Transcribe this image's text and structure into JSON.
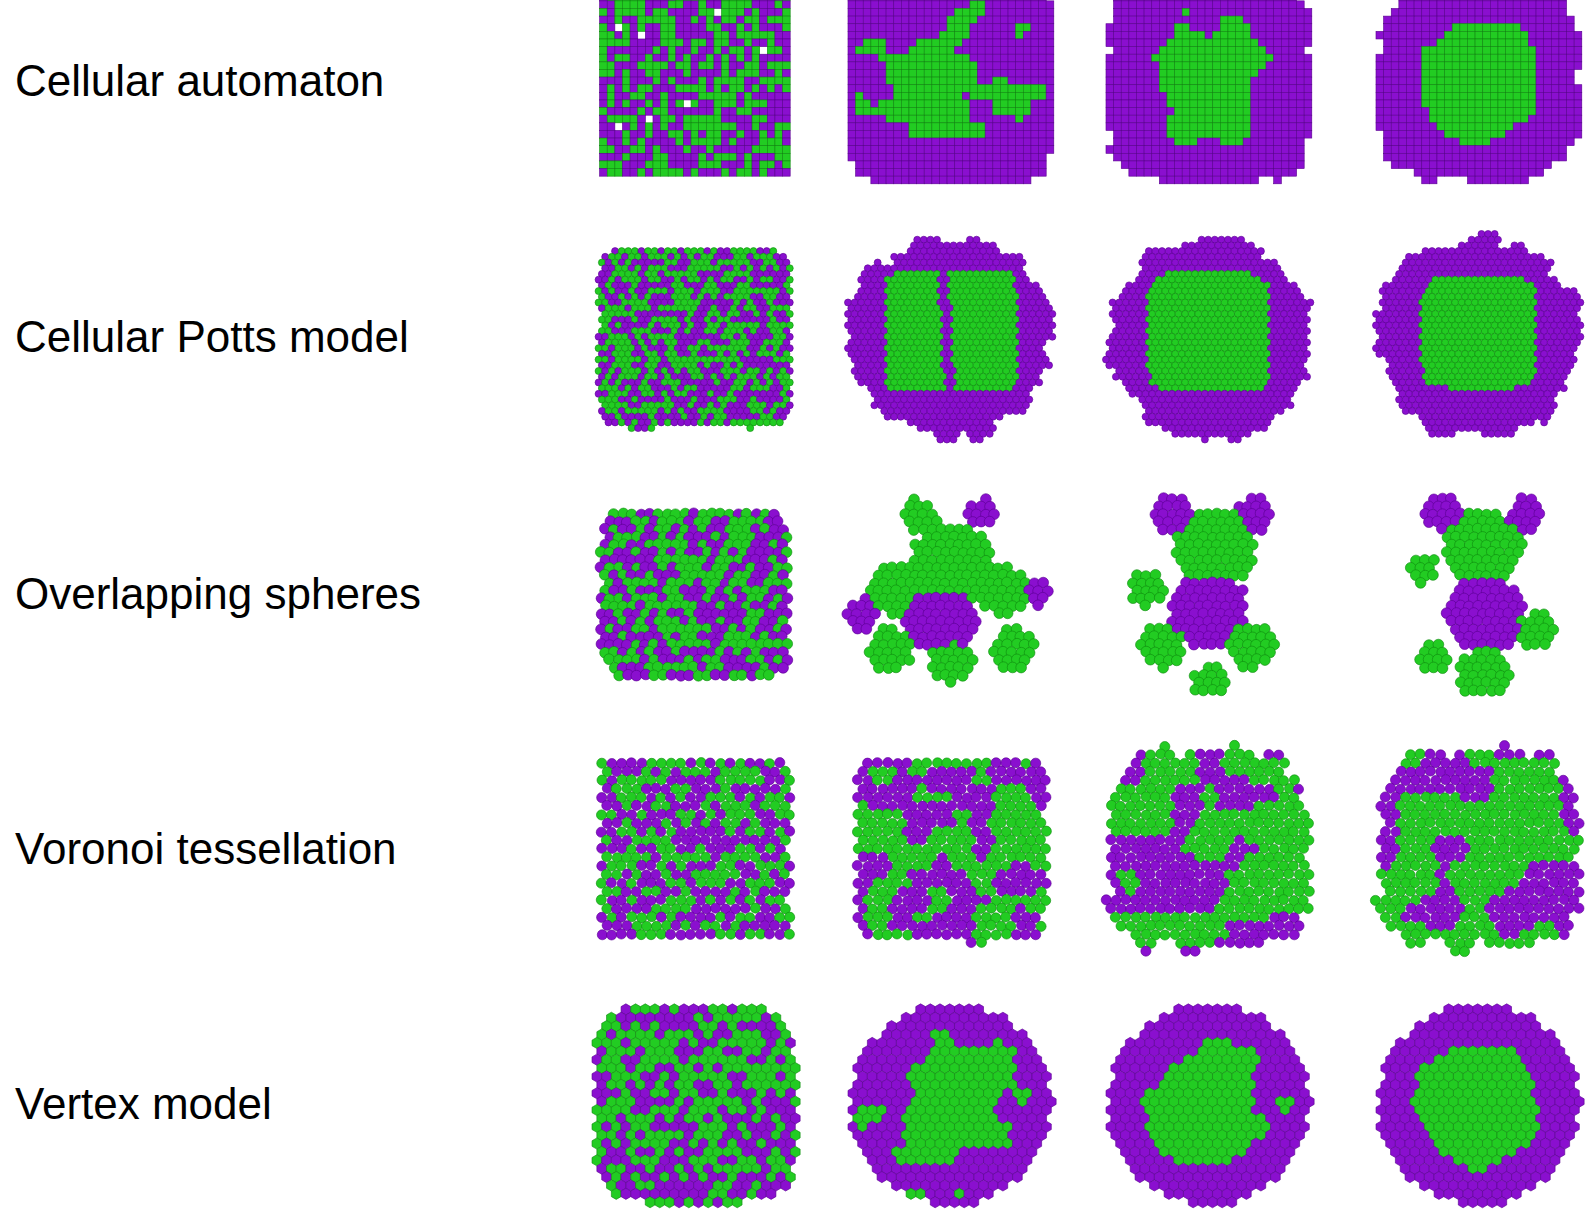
{
  "diagram": {
    "labels": [
      "Cellular automaton",
      "Cellular Potts model",
      "Overlapping spheres",
      "Voronoi tessellation",
      "Vertex model"
    ]
  }
}
